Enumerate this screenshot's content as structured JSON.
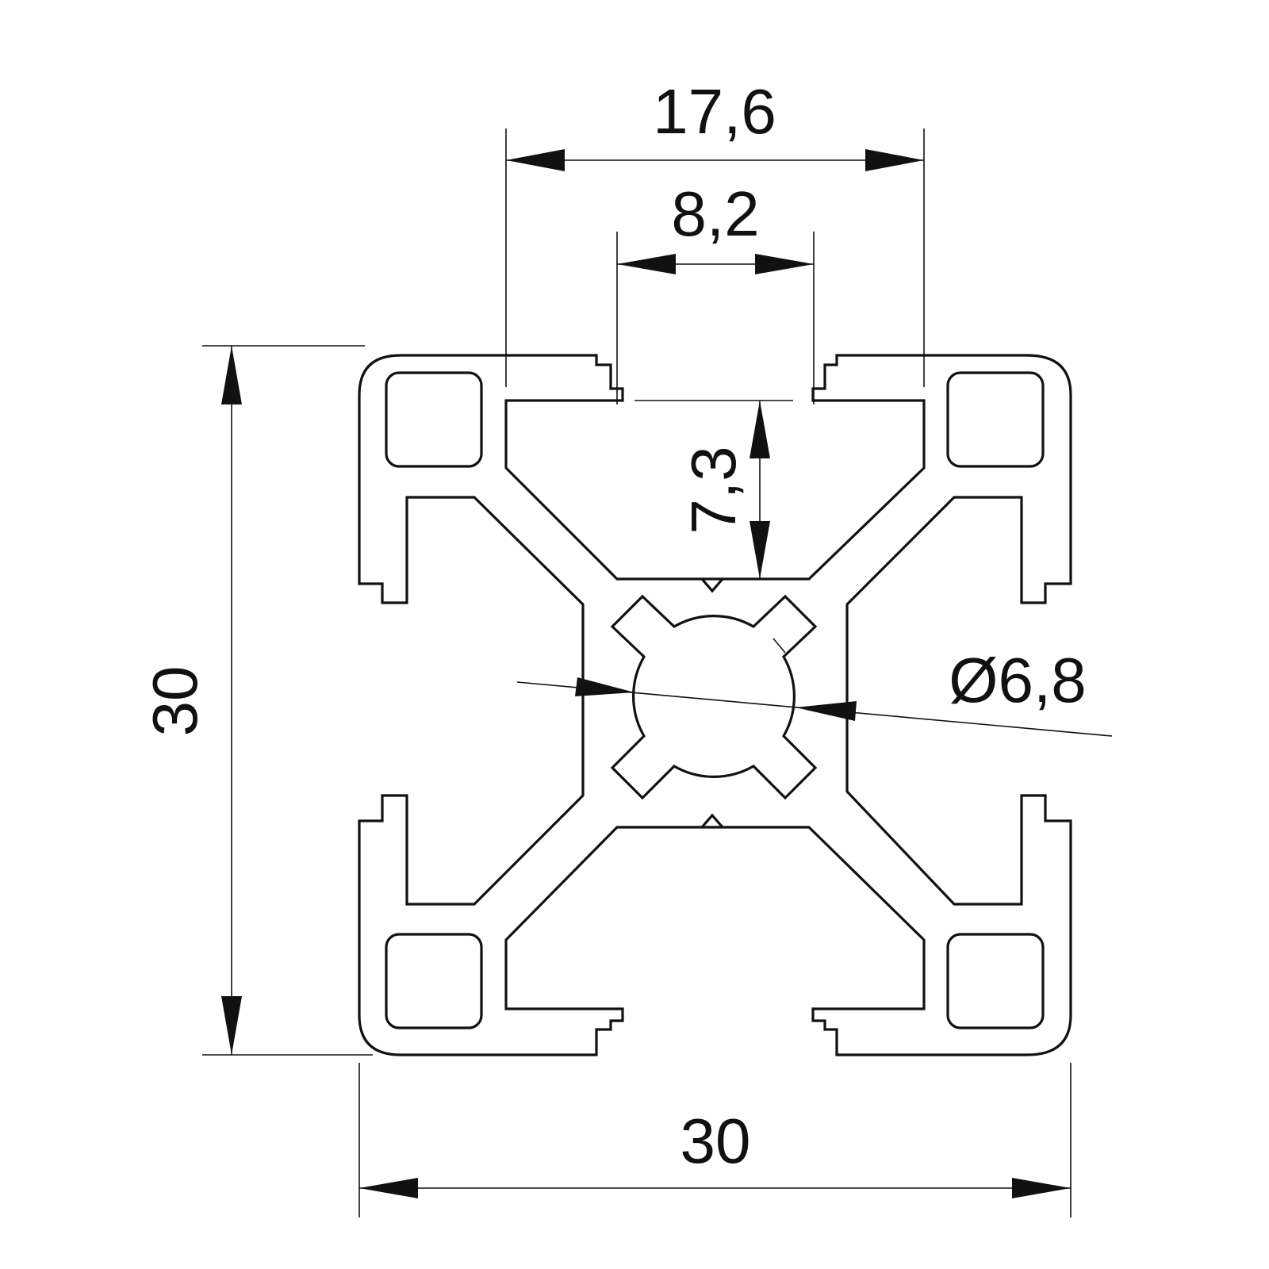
{
  "drawing": {
    "subject": "30x30 aluminium T-slot profile cross-section",
    "colors": {
      "line": "#111111",
      "background": "#ffffff"
    },
    "dimensions": {
      "slot_outer_width": "17,6",
      "slot_opening_width": "8,2",
      "slot_depth": "7,3",
      "center_bore_diameter": "Ø6,8",
      "overall_height": "30",
      "overall_width": "30"
    }
  }
}
